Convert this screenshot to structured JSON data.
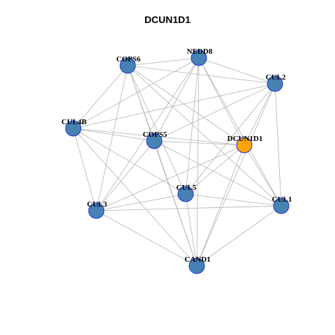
{
  "title": "DCUN1D1",
  "colors": {
    "node_fill": "#4682b4",
    "node_stroke": "#1f2fd6",
    "highlight_fill": "#ffa500",
    "edge": "#b3b3b3"
  },
  "network": {
    "highlight": "DCUN1D1",
    "nodes": [
      {
        "id": "NEDD8",
        "label": "NEDD8"
      },
      {
        "id": "COPS6",
        "label": "COPS6"
      },
      {
        "id": "CUL2",
        "label": "CUL2"
      },
      {
        "id": "CUL4B",
        "label": "CUL4B"
      },
      {
        "id": "COPS5",
        "label": "COPS5"
      },
      {
        "id": "DCUN1D1",
        "label": "DCUN1D1"
      },
      {
        "id": "CUL5",
        "label": "CUL5"
      },
      {
        "id": "CUL3",
        "label": "CUL3"
      },
      {
        "id": "CUL1",
        "label": "CUL1"
      },
      {
        "id": "CAND1",
        "label": "CAND1"
      }
    ],
    "edges": [
      [
        "NEDD8",
        "COPS6"
      ],
      [
        "NEDD8",
        "CUL2"
      ],
      [
        "NEDD8",
        "CUL4B"
      ],
      [
        "NEDD8",
        "COPS5"
      ],
      [
        "NEDD8",
        "DCUN1D1"
      ],
      [
        "NEDD8",
        "CUL5"
      ],
      [
        "NEDD8",
        "CUL3"
      ],
      [
        "NEDD8",
        "CUL1"
      ],
      [
        "NEDD8",
        "CAND1"
      ],
      [
        "COPS6",
        "CUL2"
      ],
      [
        "COPS6",
        "CUL4B"
      ],
      [
        "COPS6",
        "COPS5"
      ],
      [
        "COPS6",
        "DCUN1D1"
      ],
      [
        "COPS6",
        "CUL5"
      ],
      [
        "COPS6",
        "CUL3"
      ],
      [
        "COPS6",
        "CUL1"
      ],
      [
        "COPS6",
        "CAND1"
      ],
      [
        "CUL2",
        "CUL4B"
      ],
      [
        "CUL2",
        "COPS5"
      ],
      [
        "CUL2",
        "DCUN1D1"
      ],
      [
        "CUL2",
        "CUL5"
      ],
      [
        "CUL2",
        "CUL1"
      ],
      [
        "CUL2",
        "CAND1"
      ],
      [
        "CUL4B",
        "COPS5"
      ],
      [
        "CUL4B",
        "DCUN1D1"
      ],
      [
        "CUL4B",
        "CUL5"
      ],
      [
        "CUL4B",
        "CUL3"
      ],
      [
        "CUL4B",
        "CAND1"
      ],
      [
        "COPS5",
        "DCUN1D1"
      ],
      [
        "COPS5",
        "CUL3"
      ],
      [
        "COPS5",
        "CAND1"
      ],
      [
        "COPS5",
        "CUL1"
      ],
      [
        "DCUN1D1",
        "CUL3"
      ],
      [
        "DCUN1D1",
        "CUL1"
      ],
      [
        "DCUN1D1",
        "CAND1"
      ],
      [
        "DCUN1D1",
        "CUL5"
      ],
      [
        "CUL5",
        "CUL3"
      ],
      [
        "CUL5",
        "CUL1"
      ],
      [
        "CUL5",
        "CAND1"
      ],
      [
        "CUL3",
        "CUL1"
      ],
      [
        "CUL3",
        "CAND1"
      ],
      [
        "CUL1",
        "CAND1"
      ]
    ]
  }
}
